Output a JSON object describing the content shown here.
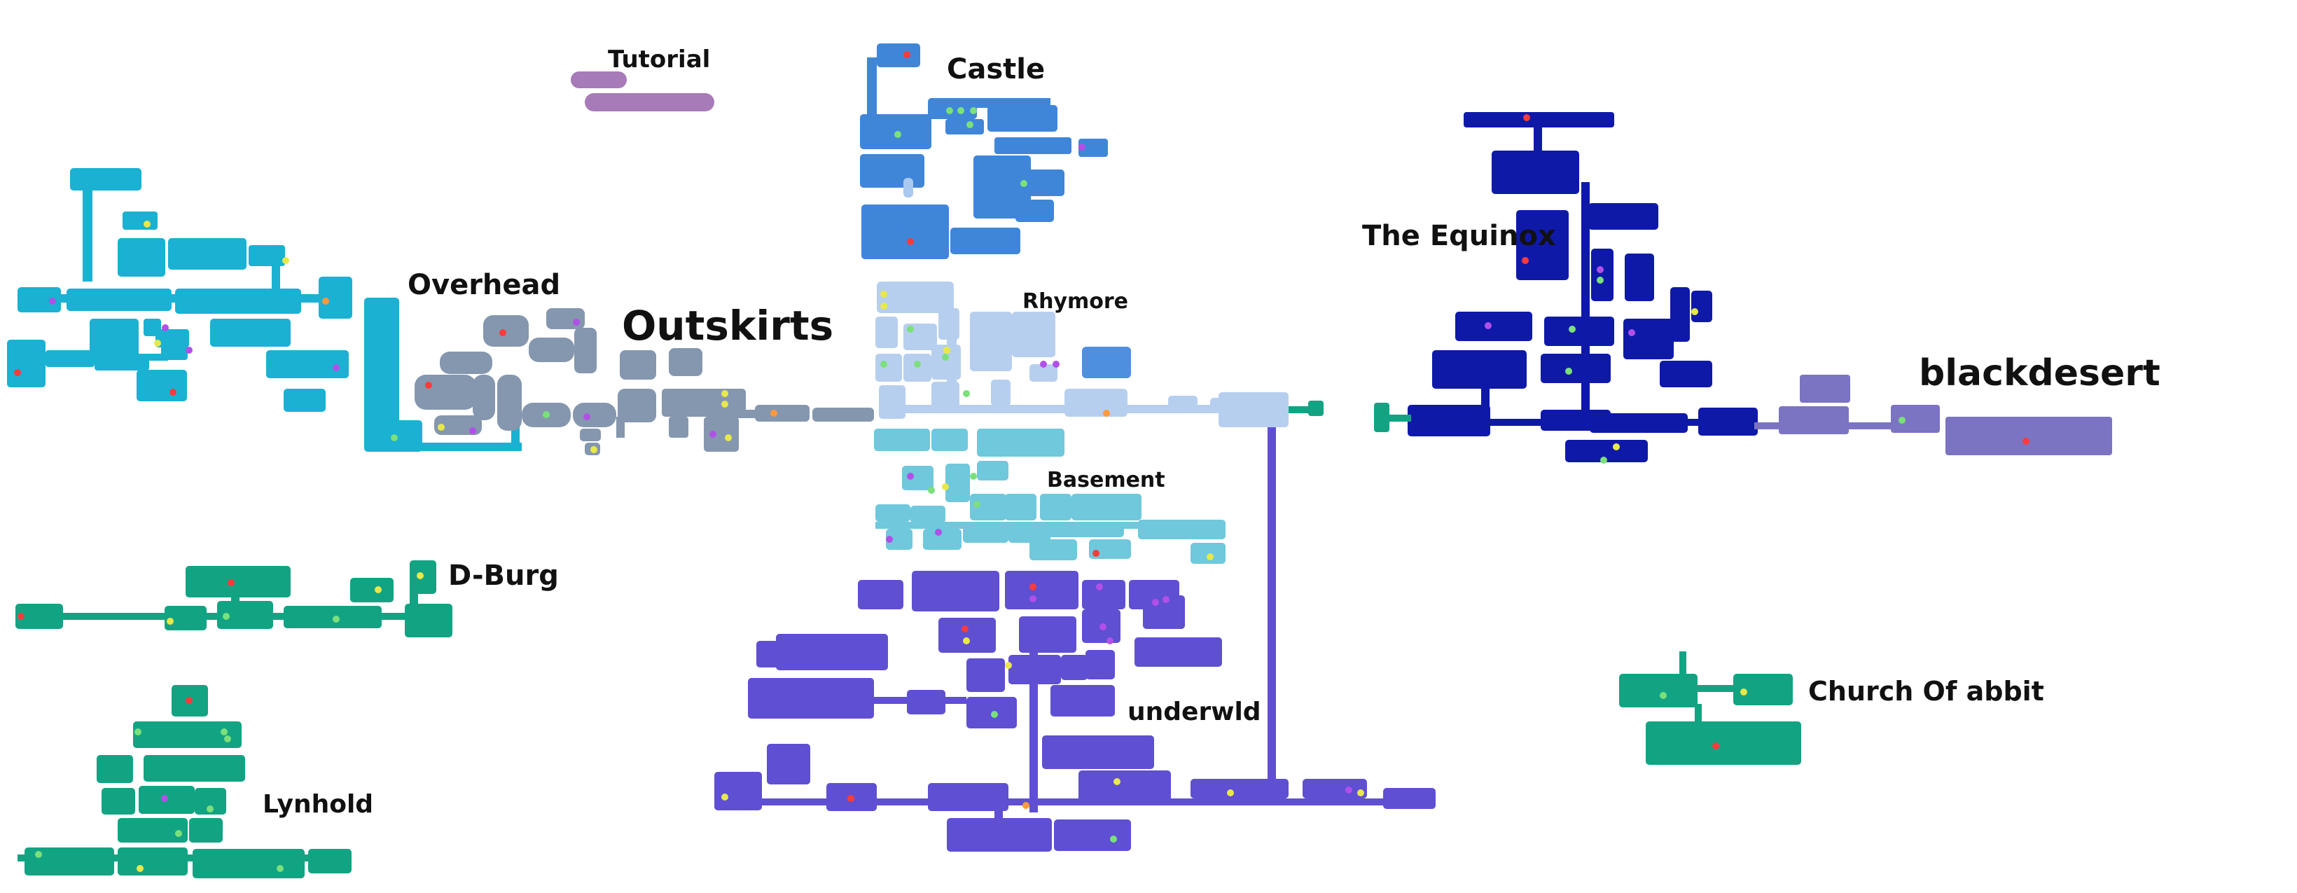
{
  "map": {
    "regions": [
      {
        "id": "tutorial",
        "label": "Tutorial",
        "color": "#a77ab8"
      },
      {
        "id": "castle",
        "label": "Castle",
        "color": "#3f86d8"
      },
      {
        "id": "overhead",
        "label": "Overhead",
        "color": "#1ab1d2"
      },
      {
        "id": "outskirts",
        "label": "Outskirts",
        "color": "#8597ae"
      },
      {
        "id": "rhymore",
        "label": "Rhymore",
        "color": "#b7cfee"
      },
      {
        "id": "basement",
        "label": "Basement",
        "color": "#6fc8dc"
      },
      {
        "id": "the-equinox",
        "label": "The Equinox",
        "color": "#0f19a8"
      },
      {
        "id": "blackdesert",
        "label": "blackdesert",
        "color": "#7b74c2"
      },
      {
        "id": "d-burg",
        "label": "D-Burg",
        "color": "#12a383"
      },
      {
        "id": "lynhold",
        "label": "Lynhold",
        "color": "#12a383"
      },
      {
        "id": "underworld",
        "label": "underwld",
        "color": "#5f4fd2"
      },
      {
        "id": "church-of-abbit",
        "label": "Church Of abbit",
        "color": "#12a383"
      }
    ],
    "marker_colors": {
      "red": "#ff3b3b",
      "green": "#7be07b",
      "yellow": "#e8e84a",
      "purple": "#b150e8",
      "orange": "#ff9a3a"
    }
  }
}
